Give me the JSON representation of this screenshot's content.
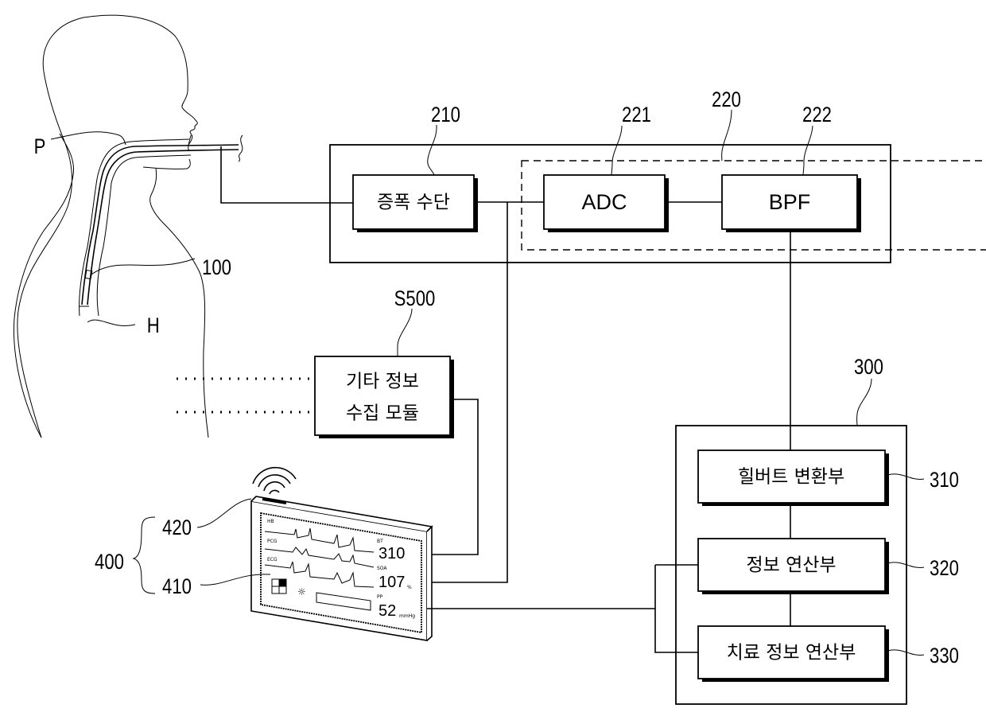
{
  "figure": {
    "type": "patent block diagram",
    "human_labels": {
      "tube_label": "P",
      "esophagus_label": "H",
      "sensor_label": "100"
    },
    "amplifier_unit": {
      "ref": "210",
      "label": "증폭 수단"
    },
    "signal_processor": {
      "ref": "220",
      "adc": {
        "ref": "221",
        "label": "ADC"
      },
      "bpf": {
        "ref": "222",
        "label": "BPF"
      }
    },
    "other_info_module": {
      "ref": "S500",
      "label_line1": "기타 정보",
      "label_line2": "수집 모듈"
    },
    "processing_unit": {
      "ref": "300",
      "blocks": [
        {
          "ref": "310",
          "label": "힐버트 변환부"
        },
        {
          "ref": "320",
          "label": "정보 연산부"
        },
        {
          "ref": "330",
          "label": "치료 정보 연산부"
        }
      ]
    },
    "monitor_device": {
      "ref": "400",
      "antenna_ref": "420",
      "display_ref": "410",
      "screen": {
        "trace_labels": [
          "HB",
          "PCG",
          "ECG"
        ],
        "readouts": [
          {
            "label": "BT",
            "value": "310",
            "unit": ""
          },
          {
            "label": "SOA",
            "value": "107",
            "unit": "%"
          },
          {
            "label": "PP",
            "value": "52",
            "unit": "mmHg"
          }
        ]
      }
    }
  }
}
